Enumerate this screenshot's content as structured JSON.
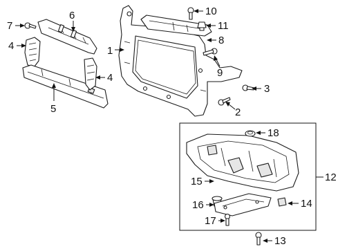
{
  "callouts": {
    "c1": "1",
    "c2": "2",
    "c3": "3",
    "c4a": "4",
    "c4b": "4",
    "c5": "5",
    "c6": "6",
    "c7": "7",
    "c8": "8",
    "c9": "9",
    "c10": "10",
    "c11": "11",
    "c12": "12",
    "c13": "13",
    "c14": "14",
    "c15": "15",
    "c16": "16",
    "c17": "17",
    "c18": "18"
  },
  "colors": {
    "line": "#1a1a1a",
    "fill": "#ffffff",
    "shade": "#e6e6e6"
  }
}
